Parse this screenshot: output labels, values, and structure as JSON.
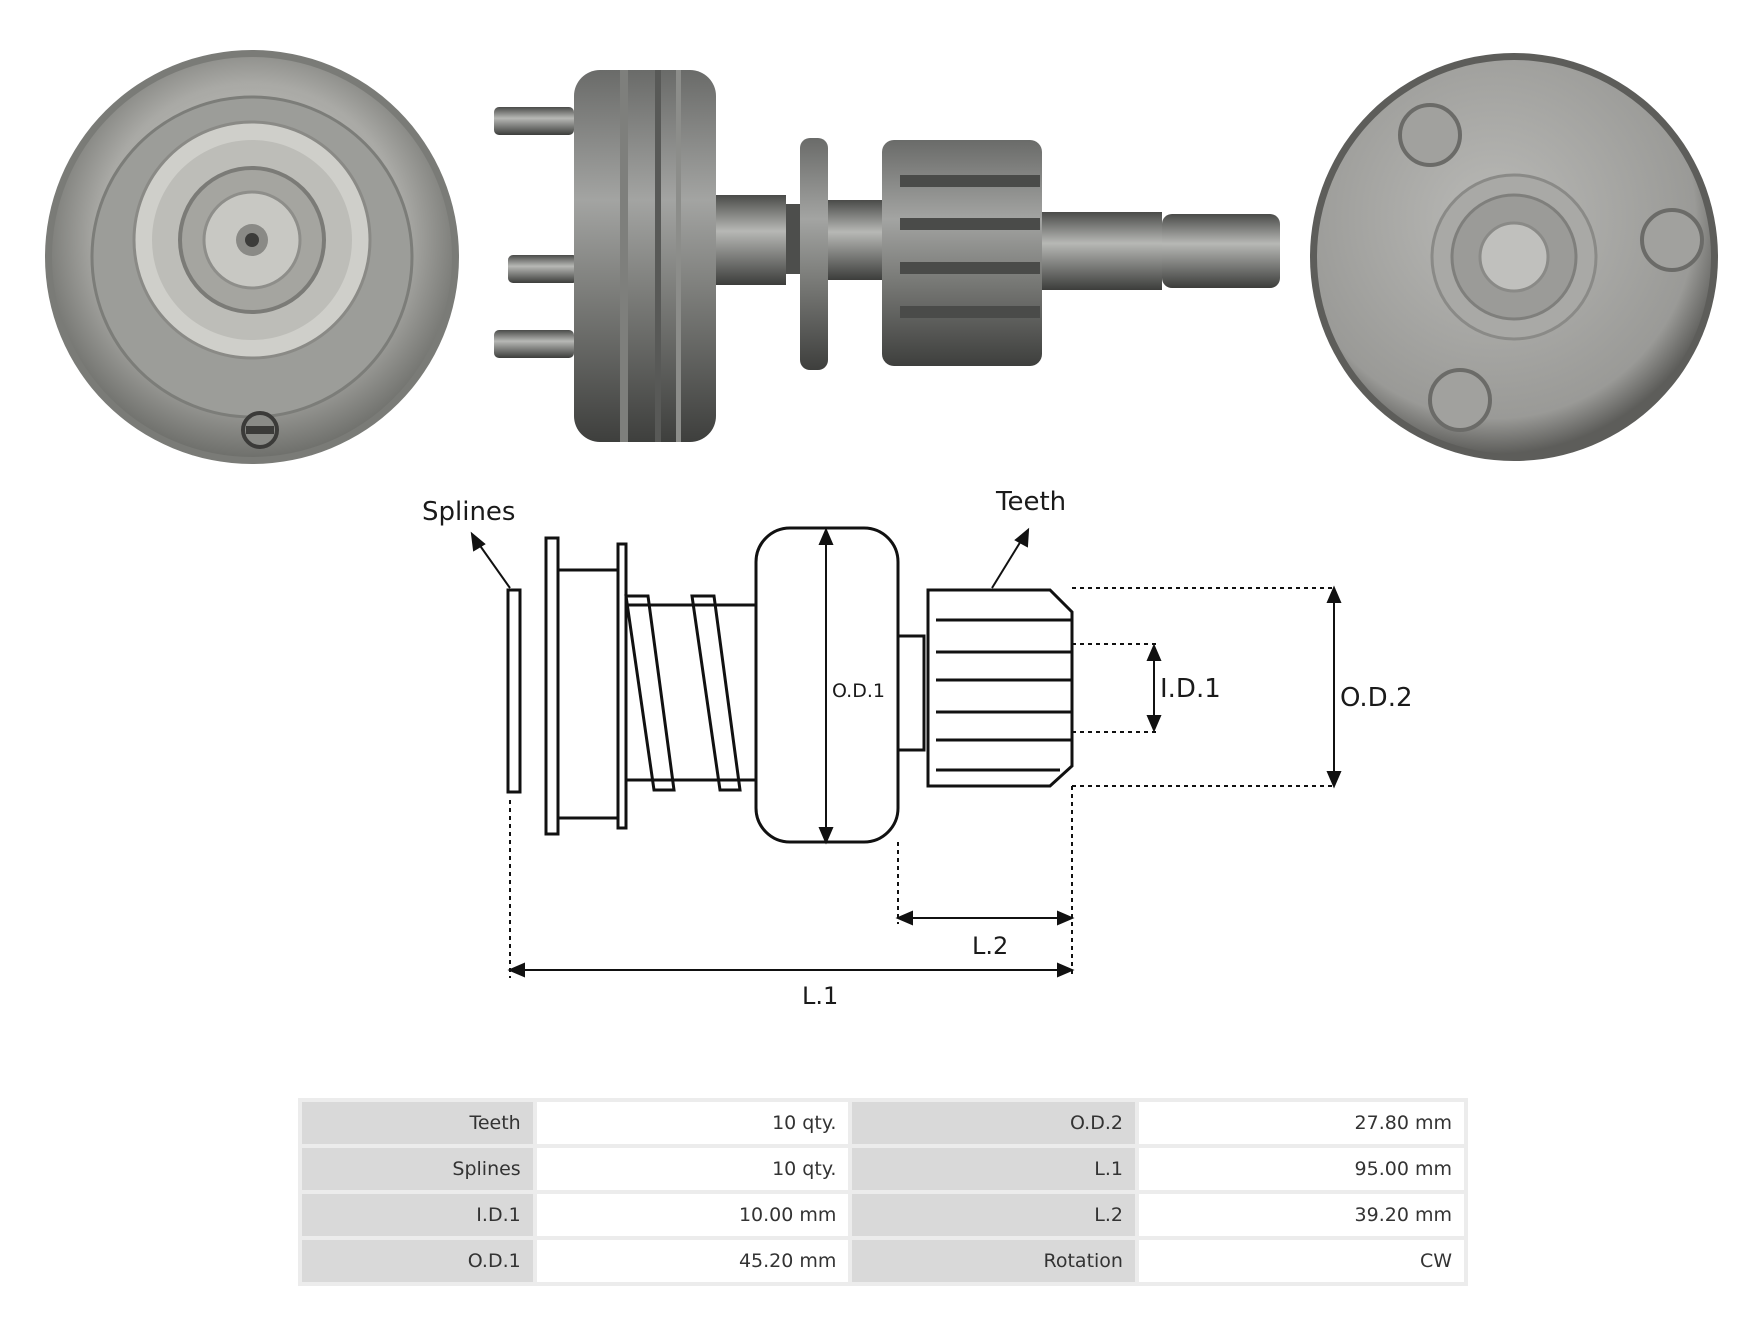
{
  "diagram": {
    "labels": {
      "splines": "Splines",
      "teeth": "Teeth",
      "od1": "O.D.1",
      "id1": "I.D.1",
      "od2": "O.D.2",
      "l1": "L.1",
      "l2": "L.2"
    }
  },
  "specs": {
    "rows": [
      {
        "k1": "Teeth",
        "v1": "10 qty.",
        "k2": "O.D.2",
        "v2": "27.80 mm"
      },
      {
        "k1": "Splines",
        "v1": "10 qty.",
        "k2": "L.1",
        "v2": "95.00 mm"
      },
      {
        "k1": "I.D.1",
        "v1": "10.00 mm",
        "k2": "L.2",
        "v2": "39.20 mm"
      },
      {
        "k1": "O.D.1",
        "v1": "45.20 mm",
        "k2": "Rotation",
        "v2": "CW"
      }
    ]
  }
}
